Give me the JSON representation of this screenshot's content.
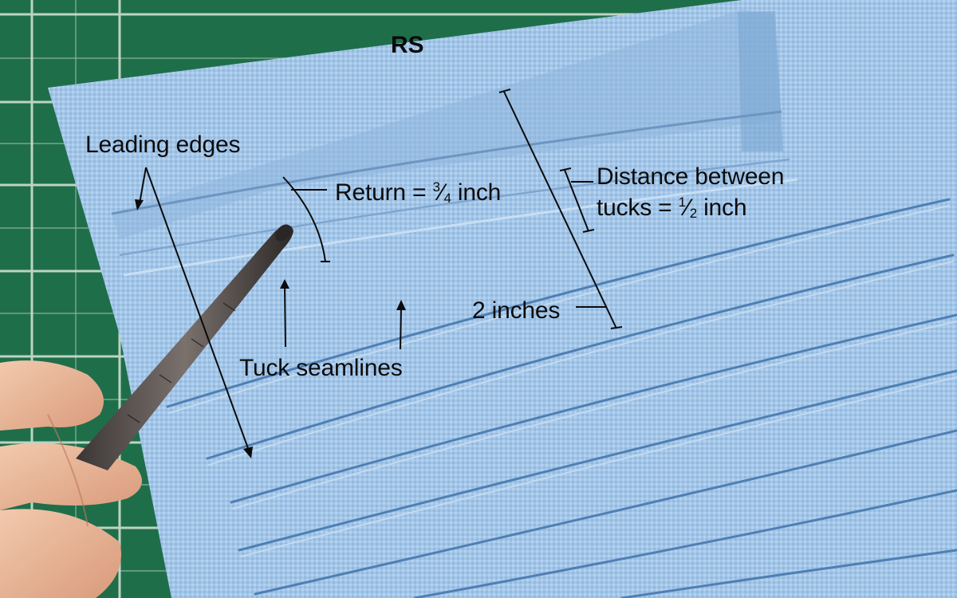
{
  "photo": {
    "subject": "pin tucks on light blue woven fabric on a green cutting mat",
    "colors": {
      "mat": "#1f6e4a",
      "mat_grid": "#e8efe6",
      "fabric": "#9ec3e6",
      "fabric_shadow": "#6f98c4",
      "annotation": "#0b0b0b"
    }
  },
  "labels": {
    "side": "RS",
    "leading_edges": "Leading edges",
    "return_text": "Return = ",
    "return_num": "3",
    "return_den": "4",
    "return_unit": " inch",
    "distance_line1": "Distance between",
    "distance_line2_text": "tucks = ",
    "distance_num": "1",
    "distance_den": "2",
    "distance_unit": " inch",
    "two_inches": "2 inches",
    "tuck_seamlines": "Tuck seamlines"
  }
}
